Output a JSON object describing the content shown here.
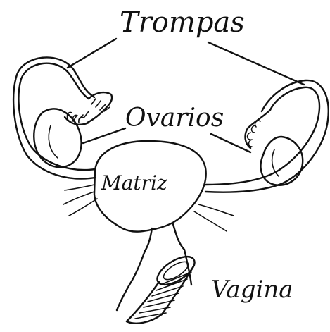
{
  "labels": {
    "trompas": "Trompas",
    "ovarios": "Ovarios",
    "matriz": "Matriz",
    "vagina": "Vagina"
  },
  "colors": {
    "background": "#ffffff",
    "ink": "#111111"
  }
}
